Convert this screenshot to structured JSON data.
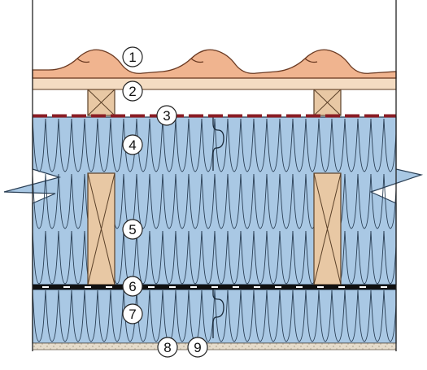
{
  "diagram": {
    "title": "",
    "colors": {
      "insulation": "#a9c8e4",
      "insulation_line": "#2a3f55",
      "tile": "#f0b48f",
      "tile_line": "#6b3a22",
      "batten": "#f4dcc2",
      "rafter": "#e8c8a4",
      "membrane_red": "#8a1d24",
      "vapour_black": "#111111",
      "lining": "#e6dccb",
      "wall": "#222222"
    },
    "labels": [
      {
        "id": "1",
        "text": "1"
      },
      {
        "id": "2",
        "text": "2"
      },
      {
        "id": "3",
        "text": "3"
      },
      {
        "id": "4",
        "text": "4"
      },
      {
        "id": "5",
        "text": "5"
      },
      {
        "id": "6",
        "text": "6"
      },
      {
        "id": "7",
        "text": "7"
      },
      {
        "id": "8",
        "text": "8"
      },
      {
        "id": "9",
        "text": "9"
      }
    ]
  }
}
